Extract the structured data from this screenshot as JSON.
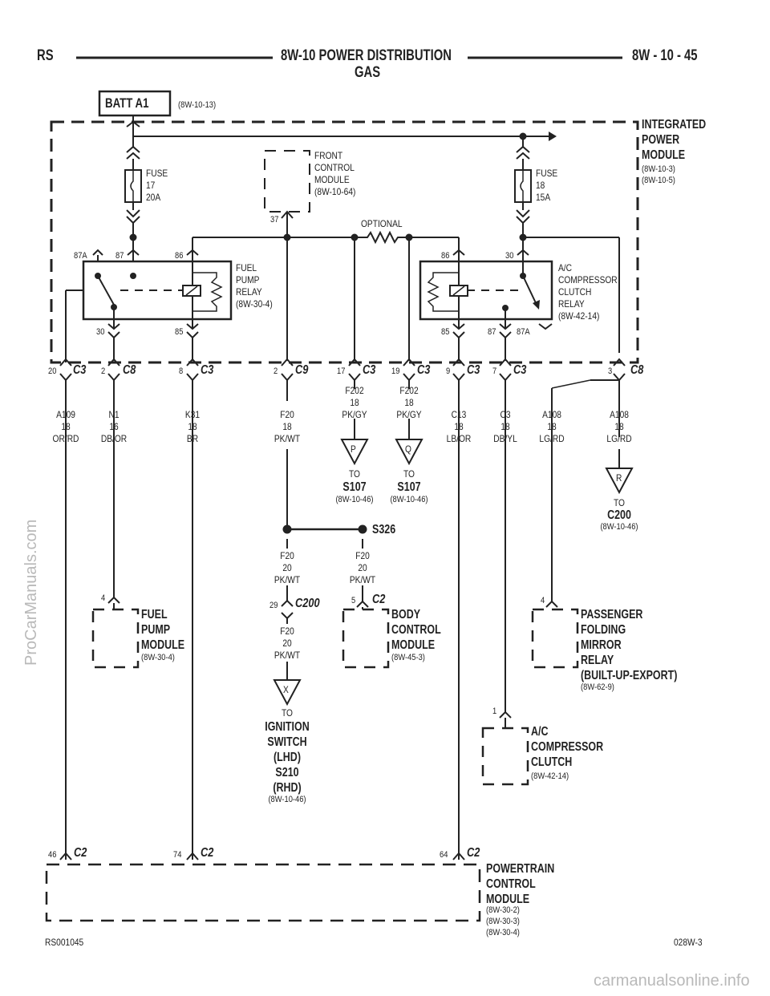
{
  "header": {
    "left": "RS",
    "title_line1": "8W-10 POWER DISTRIBUTION",
    "title_line2": "GAS",
    "right": "8W - 10 - 45"
  },
  "batt": {
    "label": "BATT A1",
    "ref": "(8W-10-13)"
  },
  "ipm": {
    "title": "INTEGRATED\nPOWER\nMODULE",
    "refs": "(8W-10-3)\n(8W-10-5)"
  },
  "fuse17": "FUSE\n17\n20A",
  "fuse18": "FUSE\n18\n15A",
  "fcm": {
    "label": "FRONT\nCONTROL\nMODULE\n(8W-10-64)",
    "pin": "37"
  },
  "optional": "OPTIONAL",
  "fuel_relay": {
    "label": "FUEL\nPUMP\nRELAY\n(8W-30-4)",
    "p87a": "87A",
    "p87": "87",
    "p86": "86",
    "p30": "30",
    "p85": "85"
  },
  "ac_relay": {
    "label": "A/C\nCOMPRESSOR\nCLUTCH\nRELAY\n(8W-42-14)",
    "p86": "86",
    "p30": "30",
    "p85": "85",
    "p87": "87",
    "p87a": "87A"
  },
  "connectors": [
    {
      "pin": "20",
      "name": "C3"
    },
    {
      "pin": "2",
      "name": "C8"
    },
    {
      "pin": "8",
      "name": "C3"
    },
    {
      "pin": "2",
      "name": "C9"
    },
    {
      "pin": "17",
      "name": "C3"
    },
    {
      "pin": "19",
      "name": "C3"
    },
    {
      "pin": "9",
      "name": "C3"
    },
    {
      "pin": "7",
      "name": "C3"
    },
    {
      "pin": "3",
      "name": "C8"
    }
  ],
  "wires": {
    "a109": "A109\n18\nOR/RD",
    "n1": "N1\n16\nDB/OR",
    "k31": "K31\n18\nBR",
    "f20a": "F20\n18\nPK/WT",
    "f202a": "F202\n18\nPK/GY",
    "f202b": "F202\n18\nPK/GY",
    "c13": "C13\n18\nLB/OR",
    "c3": "C3\n18\nDB/YL",
    "a108a": "A108\n18\nLG/RD",
    "a108b": "A108\n18\nLG/RD",
    "f20b": "F20\n20\nPK/WT",
    "f20c": "F20\n20\nPK/WT",
    "f20d": "F20\n20\nPK/WT"
  },
  "refs": {
    "p_letter": "P",
    "q_letter": "Q",
    "r_letter": "R",
    "x_letter": "X",
    "to": "TO",
    "s107": "S107",
    "ref_s107": "(8W-10-46)",
    "c200": "C200",
    "ref_c200": "(8W-10-46)",
    "ign": "IGNITION\nSWITCH\n(LHD)\nS210\n(RHD)",
    "ref_ign": "(8W-10-46)"
  },
  "splice": "S326",
  "c200_conn": {
    "pin": "29",
    "name": "C200"
  },
  "fuel_pump_module": {
    "pin": "4",
    "title": "FUEL\nPUMP\nMODULE",
    "ref": "(8W-30-4)"
  },
  "bcm": {
    "pin": "5",
    "conn": "C2",
    "title": "BODY\nCONTROL\nMODULE",
    "ref": "(8W-45-3)"
  },
  "mirror_relay": {
    "pin": "4",
    "title": "PASSENGER\nFOLDING\nMIRROR\nRELAY\n(BUILT-UP-EXPORT)",
    "ref": "(8W-62-9)"
  },
  "ac_clutch": {
    "pin": "1",
    "title": "A/C\nCOMPRESSOR\nCLUTCH",
    "ref": "(8W-42-14)"
  },
  "pcm": {
    "title": "POWERTRAIN\nCONTROL\nMODULE",
    "refs": "(8W-30-2)\n(8W-30-3)\n(8W-30-4)",
    "c1_pin": "46",
    "c1": "C2",
    "c2_pin": "74",
    "c2": "C2",
    "c3_pin": "64",
    "c3": "C2"
  },
  "footer": {
    "left": "RS001045",
    "right": "028W-3"
  },
  "watermarks": {
    "left": "ProCarManuals.com",
    "bottom": "carmanualsonline.info"
  }
}
